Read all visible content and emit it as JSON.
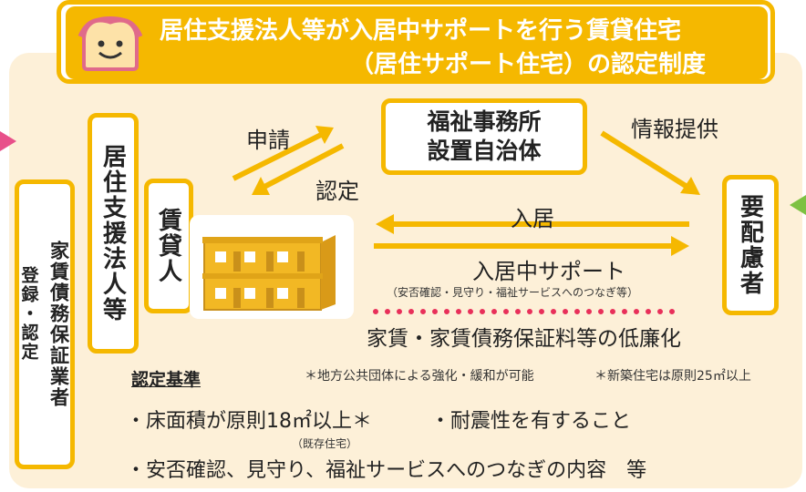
{
  "title": {
    "line1": "居住支援法人等が入居中サポートを行う賃貸住宅",
    "line2": "（居住サポート住宅）の認定制度"
  },
  "left": {
    "guarantor": "家賃債務保証業者",
    "registration": "登録・認定"
  },
  "actors": {
    "support_corp": "居住支援法人等",
    "landlord": "賃貸人",
    "municipality_line1": "福祉事務所",
    "municipality_line2": "設置自治体",
    "tenant": "要配慮者"
  },
  "flows": {
    "apply": "申請",
    "certify": "認定",
    "info": "情報提供",
    "move_in": "入居",
    "support": "入居中サポート",
    "support_detail": "（安否確認・見守り・福祉サービスへのつなぎ等）",
    "lower_cost": "家賃・家賃債務保証料等の低廉化"
  },
  "criteria": {
    "heading": "認定基準",
    "note1": "＊地方公共団体による強化・緩和が可能",
    "note2": "＊新築住宅は原則25㎡以上",
    "item1": "・床面積が原則18㎡以上＊",
    "item1_note": "（既存住宅）",
    "item2": "・耐震性を有すること",
    "item3": "・安否確認、見守り、福祉サービスへのつなぎの内容　等"
  },
  "colors": {
    "accent": "#f5b800",
    "panel": "#fdf0d8",
    "dots": "#e8305a",
    "arrow_left": "#e8508a",
    "arrow_right": "#7dc142"
  }
}
